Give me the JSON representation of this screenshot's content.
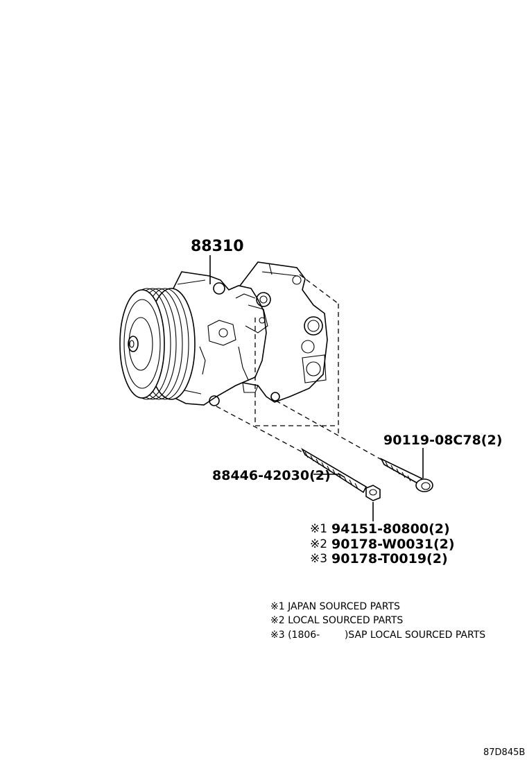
{
  "parts": {
    "compressor": "88310",
    "bolt_long": "90119-08C78(2)",
    "stud": "88446-42030(2)",
    "nut_1": {
      "mark": "※1",
      "number": "94151-80800(2)"
    },
    "nut_2": {
      "mark": "※2",
      "number": "90178-W0031(2)"
    },
    "nut_3": {
      "mark": "※3",
      "number": "90178-T0019(2)"
    }
  },
  "notes": [
    "※1 JAPAN SOURCED PARTS",
    "※2 LOCAL SOURCED PARTS",
    "※3 (1806-        )SAP LOCAL SOURCED PARTS"
  ],
  "diagram_code": "87D845B"
}
